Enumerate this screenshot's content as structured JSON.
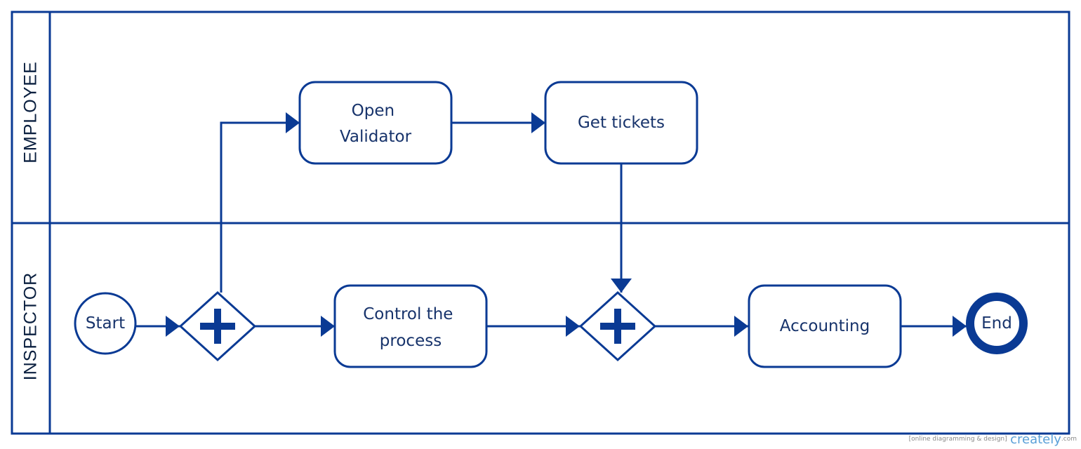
{
  "colors": {
    "stroke": "#0a3a94",
    "text": "#17336b",
    "lane_text": "#0a1f3f"
  },
  "lanes": [
    {
      "label": "EMPLOYEE"
    },
    {
      "label": "INSPECTOR"
    }
  ],
  "nodes": {
    "start": {
      "label": "Start"
    },
    "end": {
      "label": "End"
    },
    "open_validator": {
      "line1": "Open",
      "line2": "Validator"
    },
    "get_tickets": {
      "label": "Get tickets"
    },
    "control_process": {
      "line1": "Control the",
      "line2": "process"
    },
    "accounting": {
      "label": "Accounting"
    }
  },
  "gateways": [
    {
      "type": "parallel",
      "icon": "plus-icon"
    },
    {
      "type": "parallel",
      "icon": "plus-icon"
    }
  ],
  "watermark": {
    "tagline": "[online diagramming & design]",
    "brand": "creately",
    "suffix": ".com"
  }
}
